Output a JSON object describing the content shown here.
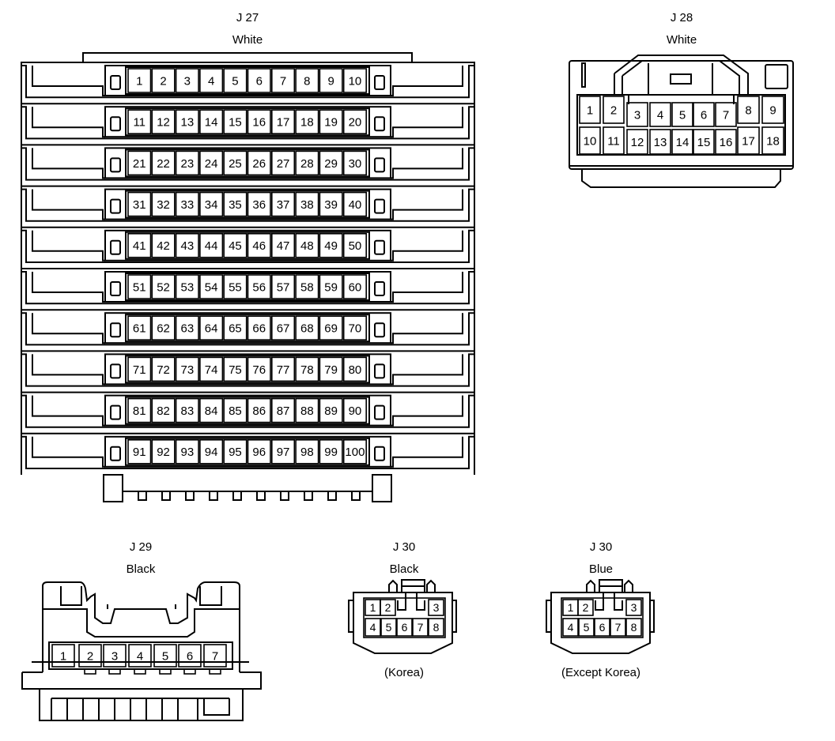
{
  "connectors": {
    "j27": {
      "name": "J 27",
      "color": "White",
      "pins": [
        "1",
        "2",
        "3",
        "4",
        "5",
        "6",
        "7",
        "8",
        "9",
        "10",
        "11",
        "12",
        "13",
        "14",
        "15",
        "16",
        "17",
        "18",
        "19",
        "20",
        "21",
        "22",
        "23",
        "24",
        "25",
        "26",
        "27",
        "28",
        "29",
        "30",
        "31",
        "32",
        "33",
        "34",
        "35",
        "36",
        "37",
        "38",
        "39",
        "40",
        "41",
        "42",
        "43",
        "44",
        "45",
        "46",
        "47",
        "48",
        "49",
        "50",
        "51",
        "52",
        "53",
        "54",
        "55",
        "56",
        "57",
        "58",
        "59",
        "60",
        "61",
        "62",
        "63",
        "64",
        "65",
        "66",
        "67",
        "68",
        "69",
        "70",
        "71",
        "72",
        "73",
        "74",
        "75",
        "76",
        "77",
        "78",
        "79",
        "80",
        "81",
        "82",
        "83",
        "84",
        "85",
        "86",
        "87",
        "88",
        "89",
        "90",
        "91",
        "92",
        "93",
        "94",
        "95",
        "96",
        "97",
        "98",
        "99",
        "100"
      ]
    },
    "j28": {
      "name": "J 28",
      "color": "White",
      "pins": [
        "1",
        "2",
        "3",
        "4",
        "5",
        "6",
        "7",
        "8",
        "9",
        "10",
        "11",
        "12",
        "13",
        "14",
        "15",
        "16",
        "17",
        "18"
      ]
    },
    "j29": {
      "name": "J 29",
      "color": "Black",
      "pins": [
        "1",
        "2",
        "3",
        "4",
        "5",
        "6",
        "7"
      ]
    },
    "j30_korea": {
      "name": "J 30",
      "color": "Black",
      "note": "(Korea)",
      "pins": [
        "1",
        "2",
        "3",
        "4",
        "5",
        "6",
        "7",
        "8"
      ]
    },
    "j30_except": {
      "name": "J 30",
      "color": "Blue",
      "note": "(Except Korea)",
      "pins": [
        "1",
        "2",
        "3",
        "4",
        "5",
        "6",
        "7",
        "8"
      ]
    }
  }
}
